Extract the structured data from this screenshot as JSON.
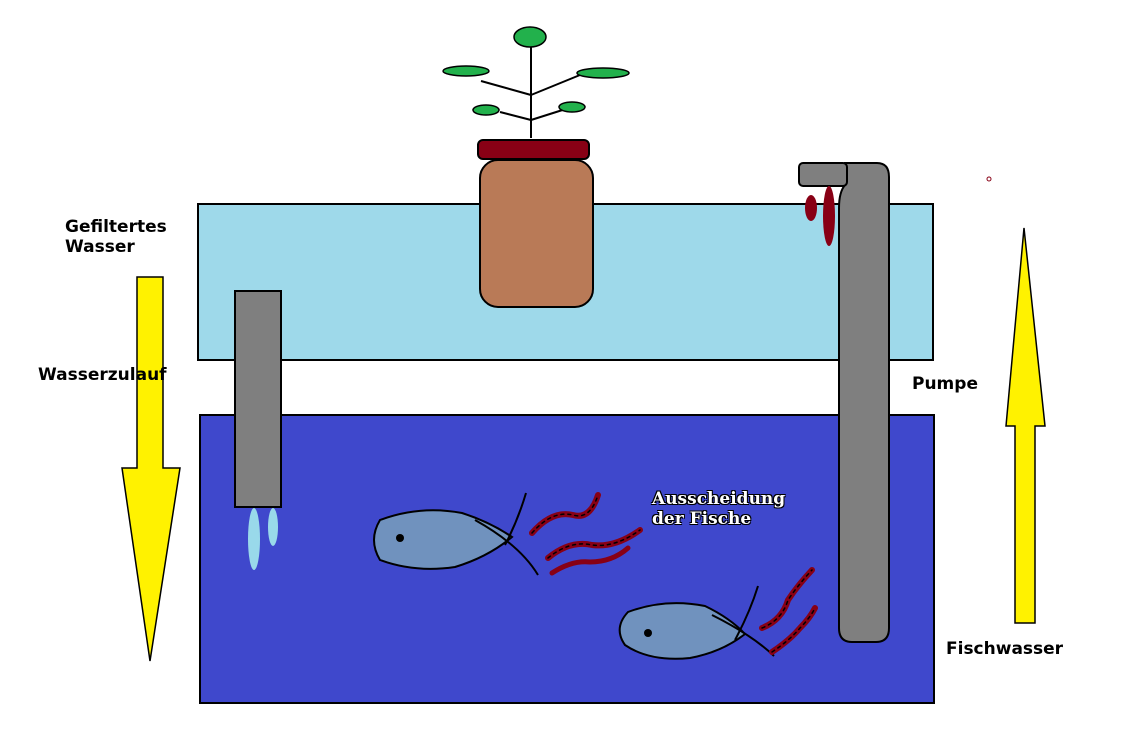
{
  "labels": {
    "filtered_water_line1": "Gefiltertes",
    "filtered_water_line2": "Wasser",
    "water_inflow": "Wasserzulauf",
    "pump": "Pumpe",
    "fish_water": "Fischwasser",
    "excretion_line1": "Ausscheidung",
    "excretion_line2": "der Fische"
  },
  "colors": {
    "grow_bed": "#9ed9ea",
    "fish_tank": "#3f48cc",
    "pipe": "#7f7f7f",
    "arrow": "#fff200",
    "pot": "#b97a57",
    "pot_rim": "#880015",
    "leaf": "#22b14c",
    "fish": "#7092be",
    "droplet": "#99d9ea",
    "waste": "#880015"
  },
  "icons": [
    "plant-icon",
    "flower-pot-icon",
    "fish-icon",
    "waste-icon",
    "droplet-icon",
    "arrow-down-icon",
    "arrow-up-icon"
  ]
}
